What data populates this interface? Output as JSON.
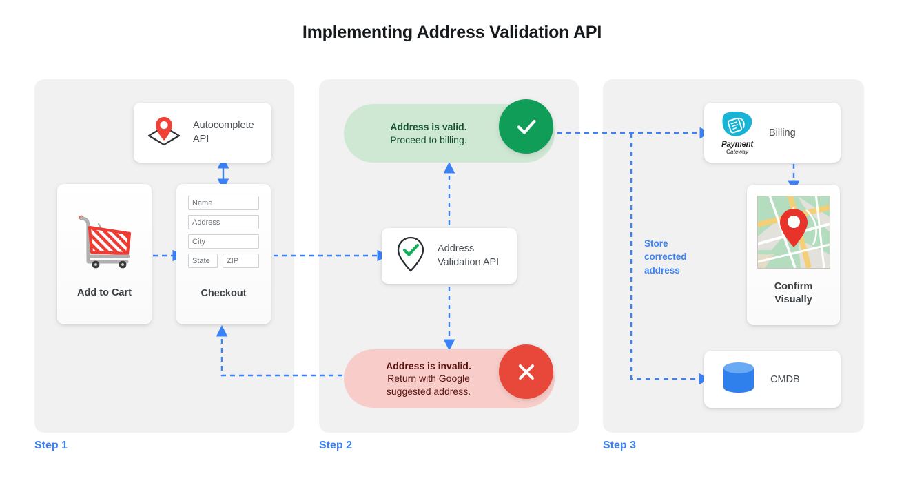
{
  "page": {
    "title": "Implementing Address Validation API",
    "accent_blue": "#3b82f6",
    "panel_bg": "#f1f1f1",
    "background": "#ffffff"
  },
  "steps": [
    {
      "label": "Step 1"
    },
    {
      "label": "Step 2"
    },
    {
      "label": "Step 3"
    }
  ],
  "step1": {
    "autocomplete_card": {
      "icon": "map-pin-envelope-icon",
      "label_line1": "Autocomplete",
      "label_line2": "API"
    },
    "cart_card": {
      "icon": "shopping-cart-icon",
      "caption": "Add to Cart"
    },
    "checkout_card": {
      "icon": "address-form-icon",
      "caption": "Checkout",
      "fields": [
        {
          "name": "name-field",
          "placeholder": "Name"
        },
        {
          "name": "address-field",
          "placeholder": "Address"
        },
        {
          "name": "city-field",
          "placeholder": "City"
        },
        {
          "name": "state-field",
          "placeholder": "State"
        },
        {
          "name": "zip-field",
          "placeholder": "ZIP"
        }
      ]
    }
  },
  "step2": {
    "valid_pill": {
      "headline": "Address is valid.",
      "body": "Proceed to billing.",
      "badge_icon": "check-icon",
      "badge_color": "#0f9d58",
      "pill_color": "#cfe8d4"
    },
    "invalid_pill": {
      "headline": "Address is invalid.",
      "body_line1": "Return with Google",
      "body_line2": "suggested address.",
      "badge_icon": "close-x-icon",
      "badge_color": "#e8483a",
      "pill_color": "#f8cdc9"
    },
    "validation_card": {
      "icon": "pin-check-icon",
      "label_line1": "Address",
      "label_line2": "Validation API"
    }
  },
  "step3": {
    "billing_card": {
      "icon": "payment-gateway-logo-icon",
      "logo_name": "Payment",
      "logo_sub": "Gateway",
      "label": "Billing"
    },
    "confirm_card": {
      "icon": "map-thumbnail-icon",
      "caption_line1": "Confirm",
      "caption_line2": "Visually"
    },
    "cmdb_card": {
      "icon": "database-cylinder-icon",
      "label": "CMDB"
    },
    "annotation": {
      "line1": "Store",
      "line2": "corrected",
      "line3": "address"
    }
  }
}
